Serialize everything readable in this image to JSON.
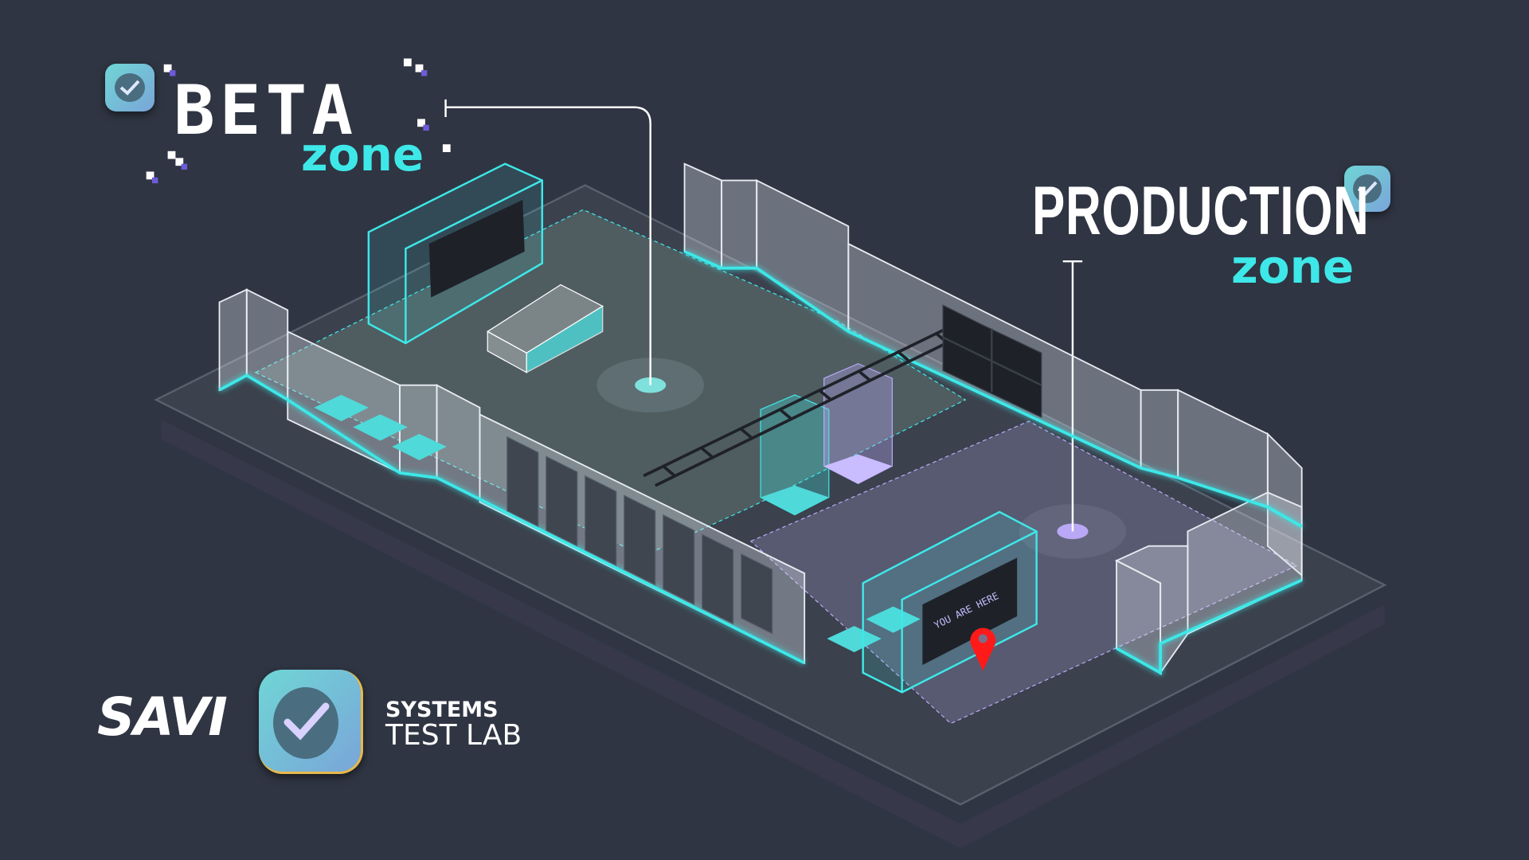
{
  "beta_label": {
    "title": "BETA",
    "subtitle": "zone"
  },
  "production_label": {
    "title": "PRODUCTION",
    "subtitle": "zone"
  },
  "screen_text": "YOU ARE HERE",
  "brand": {
    "logo": "SAVI",
    "line1": "SYSTEMS",
    "line2": "TEST LAB"
  },
  "colors": {
    "background": "#2f3542",
    "accent_cyan": "#3ee8e8",
    "accent_purple": "#b9a8f5",
    "pin": "#ff1a1a"
  }
}
